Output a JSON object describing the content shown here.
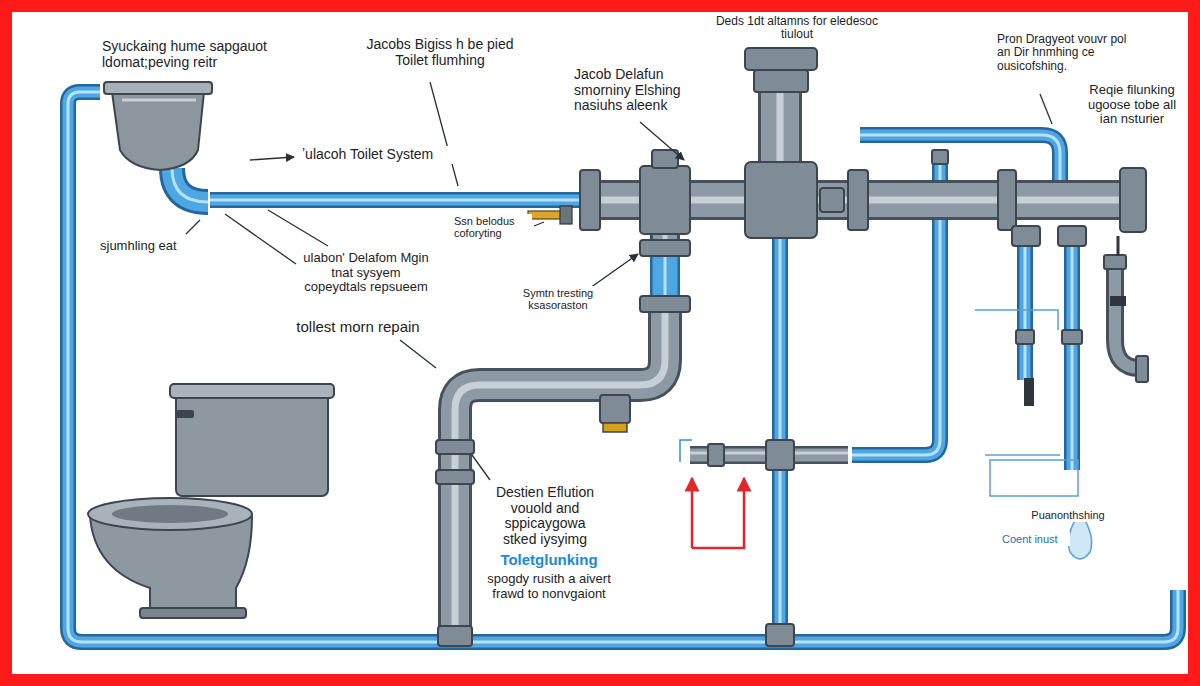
{
  "diagram": {
    "labels": [
      "Syuckaing hume sapgauot ldomat;peving reitr",
      "Jacobs Bigiss h be pied Toilet flumhing",
      "Jacob Delafun smorniny Elshing nasiuhs aleenk",
      "Deds 1dt altamns for eledesoc tiulout",
      "Pron Dragyeot vouvr pol an Dir hnmhing ce ousicofshing.",
      "Reqie filunking ugoose tobe all ian nsturier",
      "ʼulacoh Toilet System",
      "sjumhling eat",
      "ulabon' Delafom Mgin tnat sysyem copeydtals repsueem",
      "tollest morn repain",
      "Ssn belodus coforyting",
      "Symtn tresting ksasoraston",
      "Destien Eflution vouold and sppicaygowa stked iysyimg",
      "Toletglunking",
      "spogdy rusith a aivert frawd to nonvgaiont",
      "Puanonthshing",
      "Coent inust"
    ]
  }
}
